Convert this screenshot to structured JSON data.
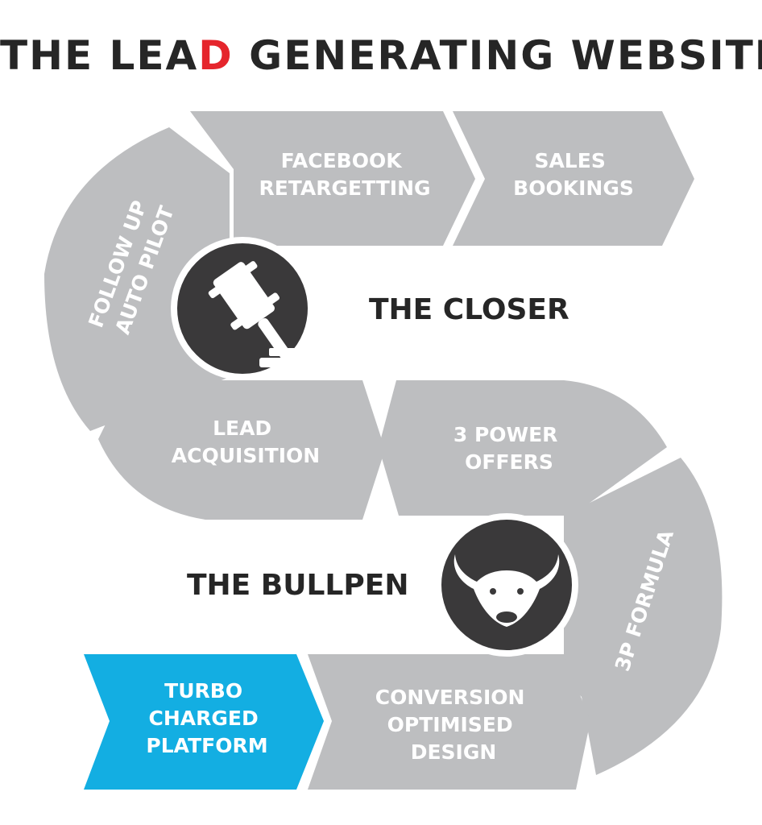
{
  "title": {
    "part1": "THE LEA",
    "accent": "D",
    "part2": " GENERATING WEBSITE"
  },
  "colors": {
    "segment": "#bdbec0",
    "highlight": "#13aee2",
    "circle": "#3a393a",
    "title_text": "#262626",
    "title_accent": "#e5252c"
  },
  "sections": {
    "closer": "THE CLOSER",
    "bullpen": "THE BULLPEN"
  },
  "segments": {
    "facebook": [
      "FACEBOOK",
      "RETARGETTING"
    ],
    "sales": [
      "SALES",
      "BOOKINGS"
    ],
    "followup": [
      "FOLLOW UP",
      "AUTO PILOT"
    ],
    "lead": [
      "LEAD",
      "ACQUISITION"
    ],
    "power": [
      "3 POWER",
      "OFFERS"
    ],
    "formula": [
      "3P FORMULA"
    ],
    "turbo": [
      "TURBO",
      "CHARGED",
      "PLATFORM"
    ],
    "conversion": [
      "CONVERSION",
      "OPTIMISED",
      "DESIGN"
    ]
  },
  "icons": {
    "closer": "gavel-icon",
    "bullpen": "bull-head-icon"
  }
}
